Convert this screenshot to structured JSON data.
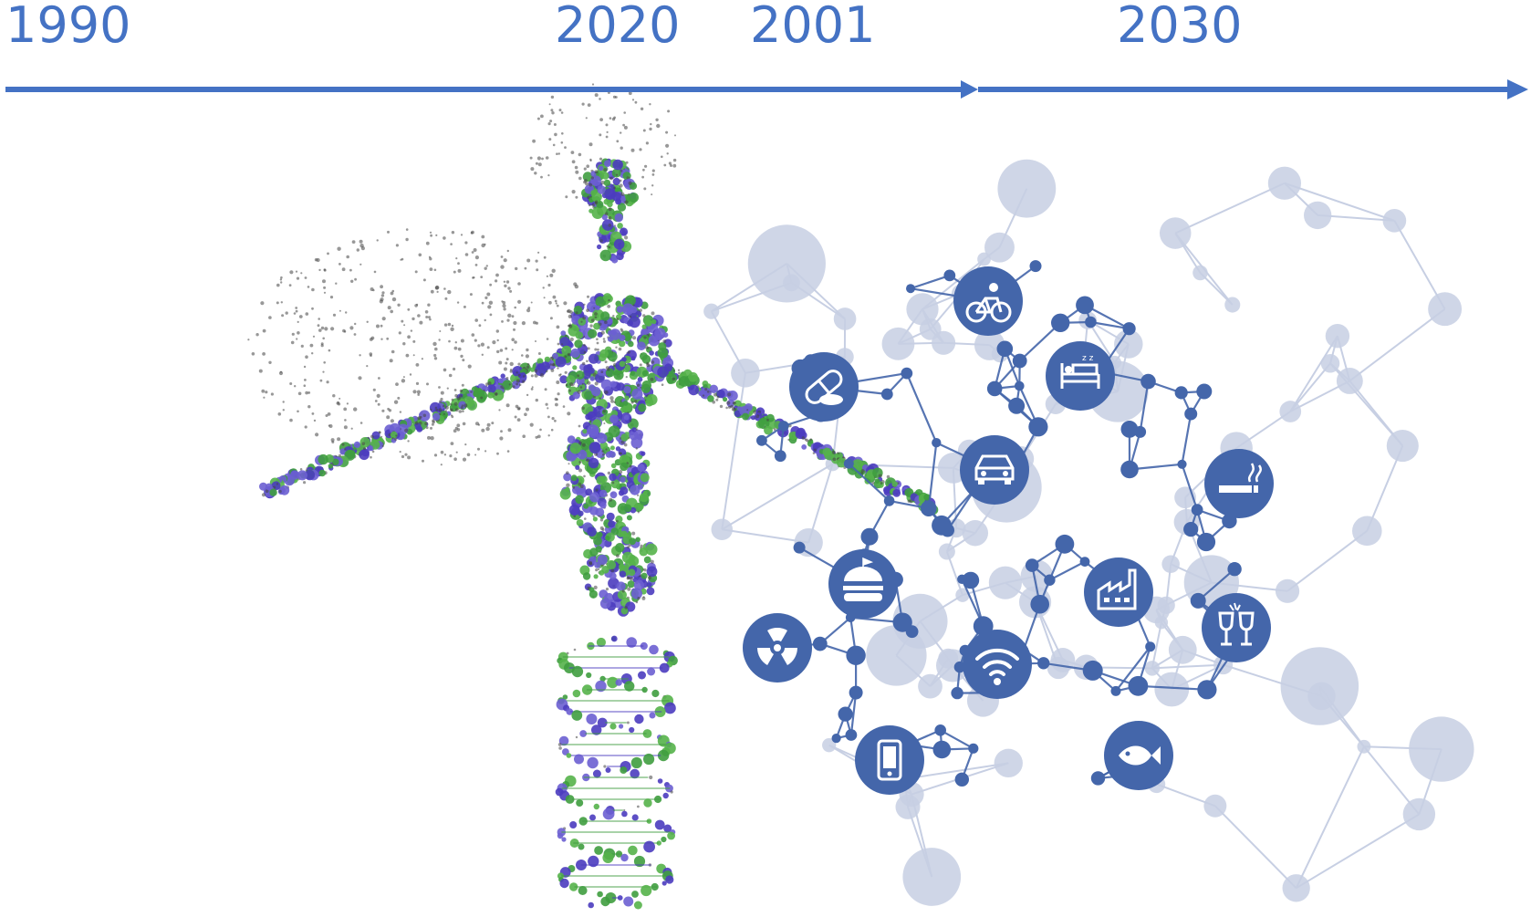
{
  "timeline": {
    "labels": [
      "1990",
      "2020",
      "2001",
      "2030"
    ],
    "axis_color": "#4472c4"
  },
  "figure": {
    "human_dna": {
      "colors": [
        "#3f9d3f",
        "#55b34a",
        "#4b3cbf",
        "#6c5fd1",
        "#444444"
      ]
    },
    "exposome_network": {
      "node_color": "#4466aa",
      "faint_color": "#c7cfe3",
      "icons": [
        "bicycle-icon",
        "sleep-bed-icon",
        "pill-capsule-icon",
        "car-icon",
        "cigarette-icon",
        "burger-icon",
        "factory-icon",
        "radiation-icon",
        "wifi-icon",
        "wine-glasses-icon",
        "smartphone-icon",
        "fish-icon"
      ]
    }
  }
}
